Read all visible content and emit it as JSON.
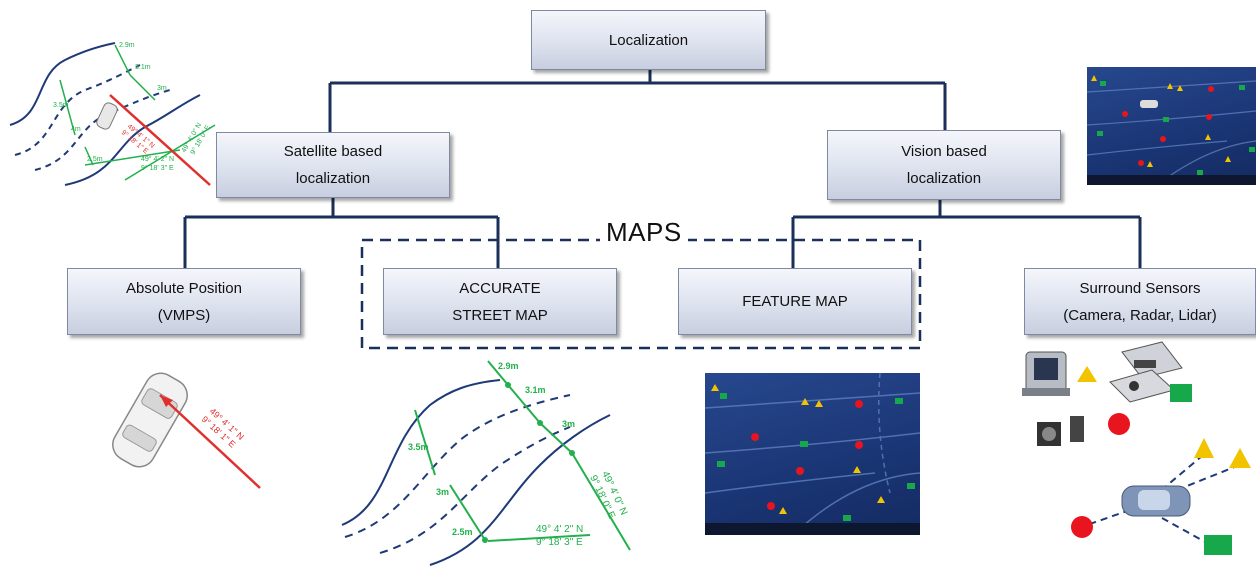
{
  "diagram": {
    "root": "Localization",
    "level1": {
      "left": "Satellite based\nlocalization",
      "right": "Vision based\nlocalization"
    },
    "level2": {
      "absolute": "Absolute Position\n(VMPS)",
      "street": "ACCURATE\nSTREET MAP",
      "feature": "FEATURE MAP",
      "sensors": "Surround Sensors\n(Camera, Radar, Lidar)"
    },
    "group_label": "MAPS"
  },
  "colors": {
    "connector": "#1a2f5a",
    "dashed_group": "#1a2f5a",
    "lane_line": "#1f3a78",
    "measure": "#22b04c",
    "gps_arrow": "#e0302c",
    "marker_red": "#e8141e",
    "marker_yellow": "#f2c400",
    "marker_green": "#16a84a"
  },
  "illustrations": {
    "top_left_map": {
      "distances": [
        "2.9m",
        "3.1m",
        "3m",
        "3.5m",
        "4m",
        "2.5m"
      ],
      "coords": [
        "49° 4' 0\" N",
        "9° 18' 0\" E",
        "49° 4' 2\" N",
        "9° 18' 3\" E"
      ],
      "car_coords": [
        "49° 4' 1\" N",
        "9° 18' 1\" E"
      ]
    },
    "absolute_car": {
      "coords": [
        "49° 4' 1\" N",
        "9° 18' 1\" E"
      ]
    },
    "street_map": {
      "distances": [
        "2.9m",
        "3.1m",
        "3m",
        "3.5m",
        "3m",
        "2.5m"
      ],
      "coord_a": [
        "49° 4' 2\" N",
        "9° 18' 3\" E"
      ],
      "coord_b": [
        "49° 4' 0\" N",
        "9° 18' 0\" E"
      ]
    }
  }
}
